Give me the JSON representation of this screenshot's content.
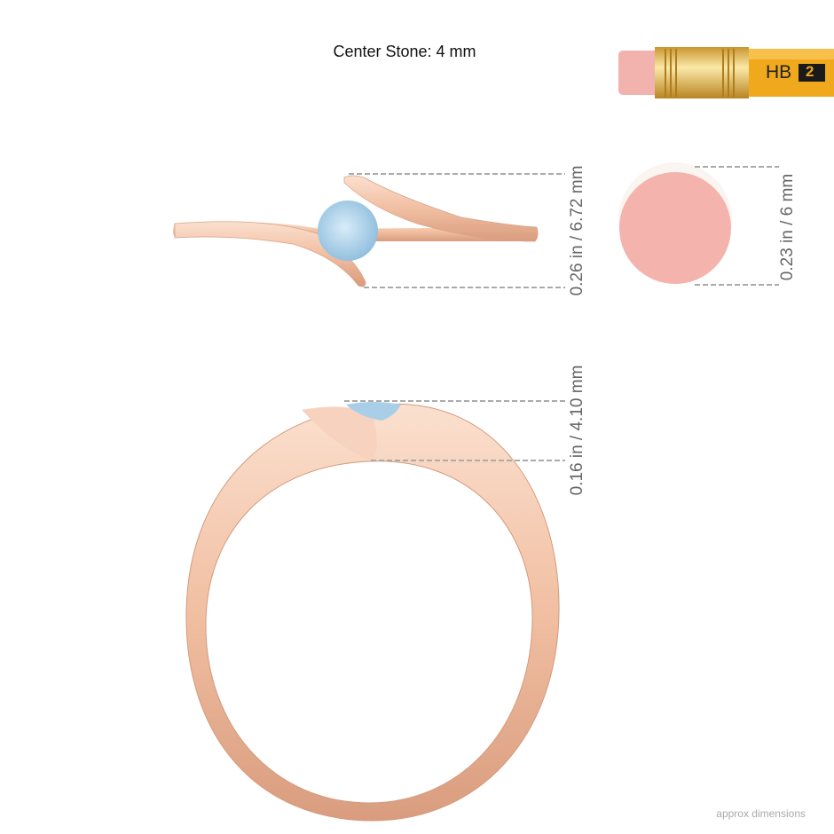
{
  "header": {
    "title": "Center Stone: 4 mm"
  },
  "pencil": {
    "grade_label": "HB",
    "number_label": "2"
  },
  "dimensions": {
    "ring_top_height": "0.26 in / 6.72 mm",
    "eraser_diameter": "0.23 in / 6 mm",
    "ring_side_height": "0.16 in / 4.10 mm"
  },
  "footer": {
    "note": "approx dimensions"
  },
  "colors": {
    "gold": "#f2c3a8",
    "stone": "#a9cfe8",
    "eraser": "#f4b3ad",
    "pencil": "#f0a81c",
    "dash": "#aaaaaa"
  }
}
